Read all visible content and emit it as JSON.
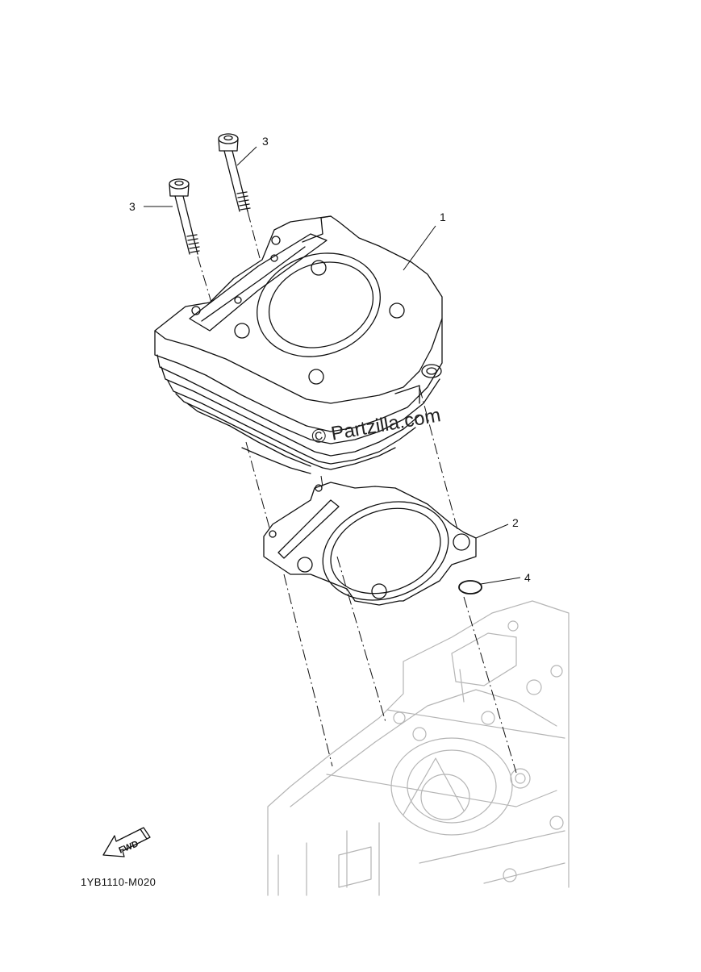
{
  "diagram": {
    "callouts": [
      {
        "id": "1",
        "label": "1"
      },
      {
        "id": "2",
        "label": "2"
      },
      {
        "id": "3a",
        "label": "3"
      },
      {
        "id": "3b",
        "label": "3"
      },
      {
        "id": "4",
        "label": "4"
      }
    ],
    "fwd_label": "FWD",
    "drawing_code": "1YB1110-M020",
    "watermark": "© Partzilla.com"
  }
}
